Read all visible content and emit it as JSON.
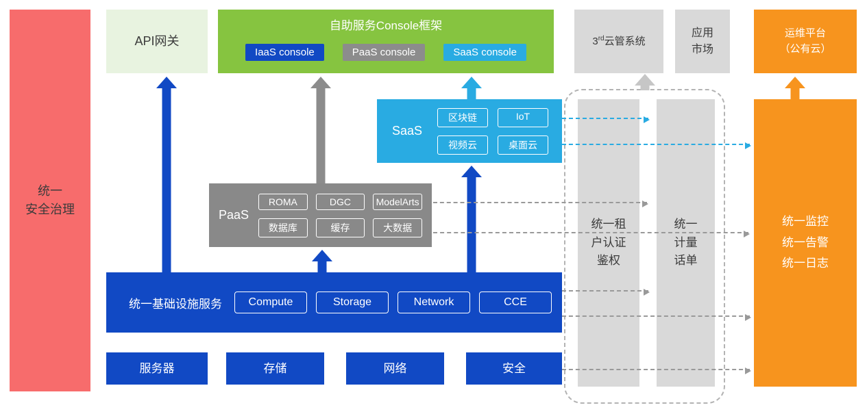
{
  "diagram": {
    "security_bar": "统一\n安全治理",
    "api_gateway": "API网关",
    "console_framework": {
      "title": "自助服务Console框架",
      "consoles": [
        {
          "label": "IaaS console",
          "color": "#1149c4"
        },
        {
          "label": "PaaS console",
          "color": "#8c8c8c"
        },
        {
          "label": "SaaS console",
          "color": "#29abe2"
        }
      ]
    },
    "third_party_cloud": {
      "prefix": "3",
      "sup": "rd",
      "suffix": "云管系统"
    },
    "app_market": "应用\n市场",
    "om_platform": "运维平台\n（公有云）",
    "saas": {
      "label": "SaaS",
      "items": [
        "区块链",
        "IoT",
        "视频云",
        "桌面云"
      ]
    },
    "paas": {
      "label": "PaaS",
      "items": [
        "ROMA",
        "DGC",
        "ModelArts",
        "数据库",
        "缓存",
        "大数据"
      ]
    },
    "infrastructure": {
      "label": "统一基础设施服务",
      "items": [
        "Compute",
        "Storage",
        "Network",
        "CCE"
      ]
    },
    "resources": [
      "服务器",
      "存储",
      "网络",
      "安全"
    ],
    "auth_bar": "统一租\n户认证\n鉴权",
    "metering_bar": "统一\n计量\n话单",
    "monitoring_bar": "统一监控\n统一告警\n统一日志",
    "colors": {
      "red": "#f76c6c",
      "light_green": "#e8f3e0",
      "green": "#86c440",
      "blue": "#1149c4",
      "gray_dark": "#898989",
      "gray_light": "#d9d9d9",
      "cyan": "#29abe2",
      "orange": "#f7941e"
    }
  }
}
